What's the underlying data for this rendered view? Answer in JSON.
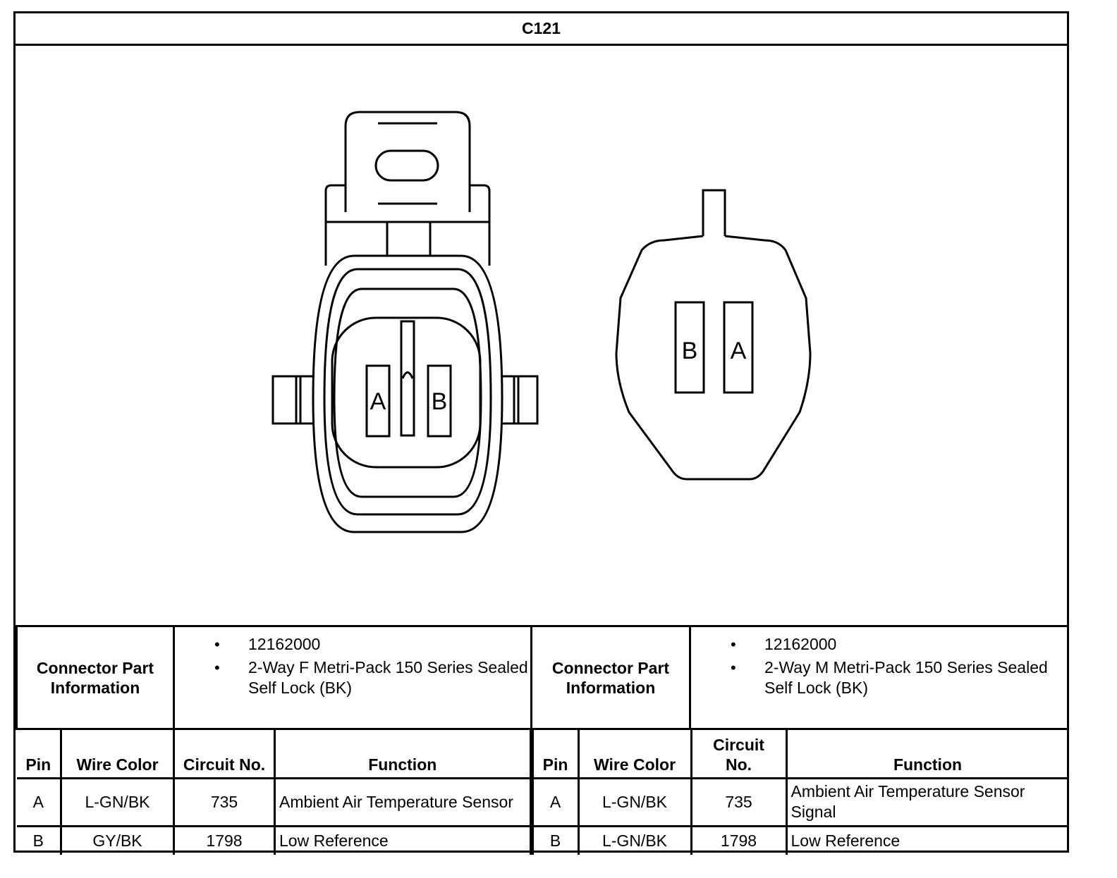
{
  "title": "C121",
  "connectors": [
    {
      "part_label": "Connector Part Information",
      "part_info": [
        "12162000",
        "2-Way F Metri-Pack 150 Series Sealed Self Lock (BK)"
      ],
      "headers": {
        "pin": "Pin",
        "wire_color": "Wire Color",
        "circuit": "Circuit No.",
        "function": "Function"
      },
      "rows": [
        {
          "pin": "A",
          "wire_color": "L-GN/BK",
          "circuit": "735",
          "function": "Ambient Air Temperature Sensor"
        },
        {
          "pin": "B",
          "wire_color": "GY/BK",
          "circuit": "1798",
          "function": "Low Reference"
        }
      ]
    },
    {
      "part_label": "Connector Part Information",
      "part_info": [
        "12162000",
        "2-Way M Metri-Pack 150 Series Sealed Self Lock (BK)"
      ],
      "headers": {
        "pin": "Pin",
        "wire_color": "Wire Color",
        "circuit": "Circuit No.",
        "function": "Function"
      },
      "rows": [
        {
          "pin": "A",
          "wire_color": "L-GN/BK",
          "circuit": "735",
          "function": "Ambient Air Temperature Sensor Signal"
        },
        {
          "pin": "B",
          "wire_color": "L-GN/BK",
          "circuit": "1798",
          "function": "Low Reference"
        }
      ]
    }
  ],
  "diagram": {
    "female_pins": [
      "A",
      "B"
    ],
    "male_pins": [
      "B",
      "A"
    ]
  }
}
